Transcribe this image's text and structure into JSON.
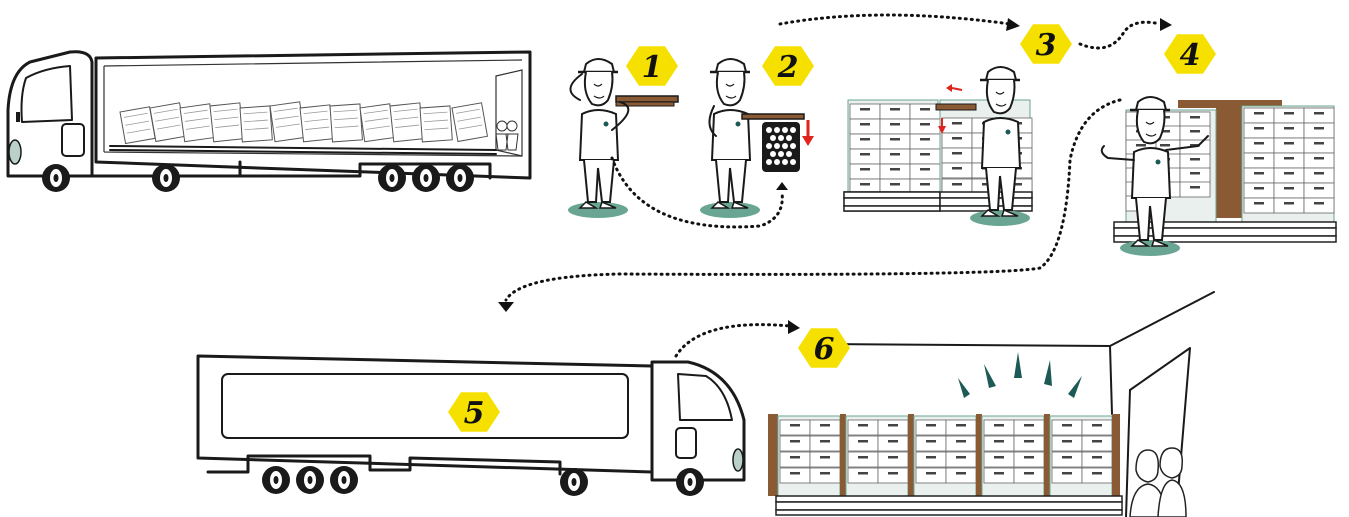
{
  "steps": [
    {
      "label": "1"
    },
    {
      "label": "2"
    },
    {
      "label": "3"
    },
    {
      "label": "4"
    },
    {
      "label": "5"
    },
    {
      "label": "6"
    }
  ],
  "colors": {
    "badge": "#f5e000",
    "ground": "#6aa593",
    "glass": "#b9d1c8",
    "wood": "#8a5a35",
    "arrow_red": "#e0231c",
    "exclaim": "#1d5a55"
  }
}
